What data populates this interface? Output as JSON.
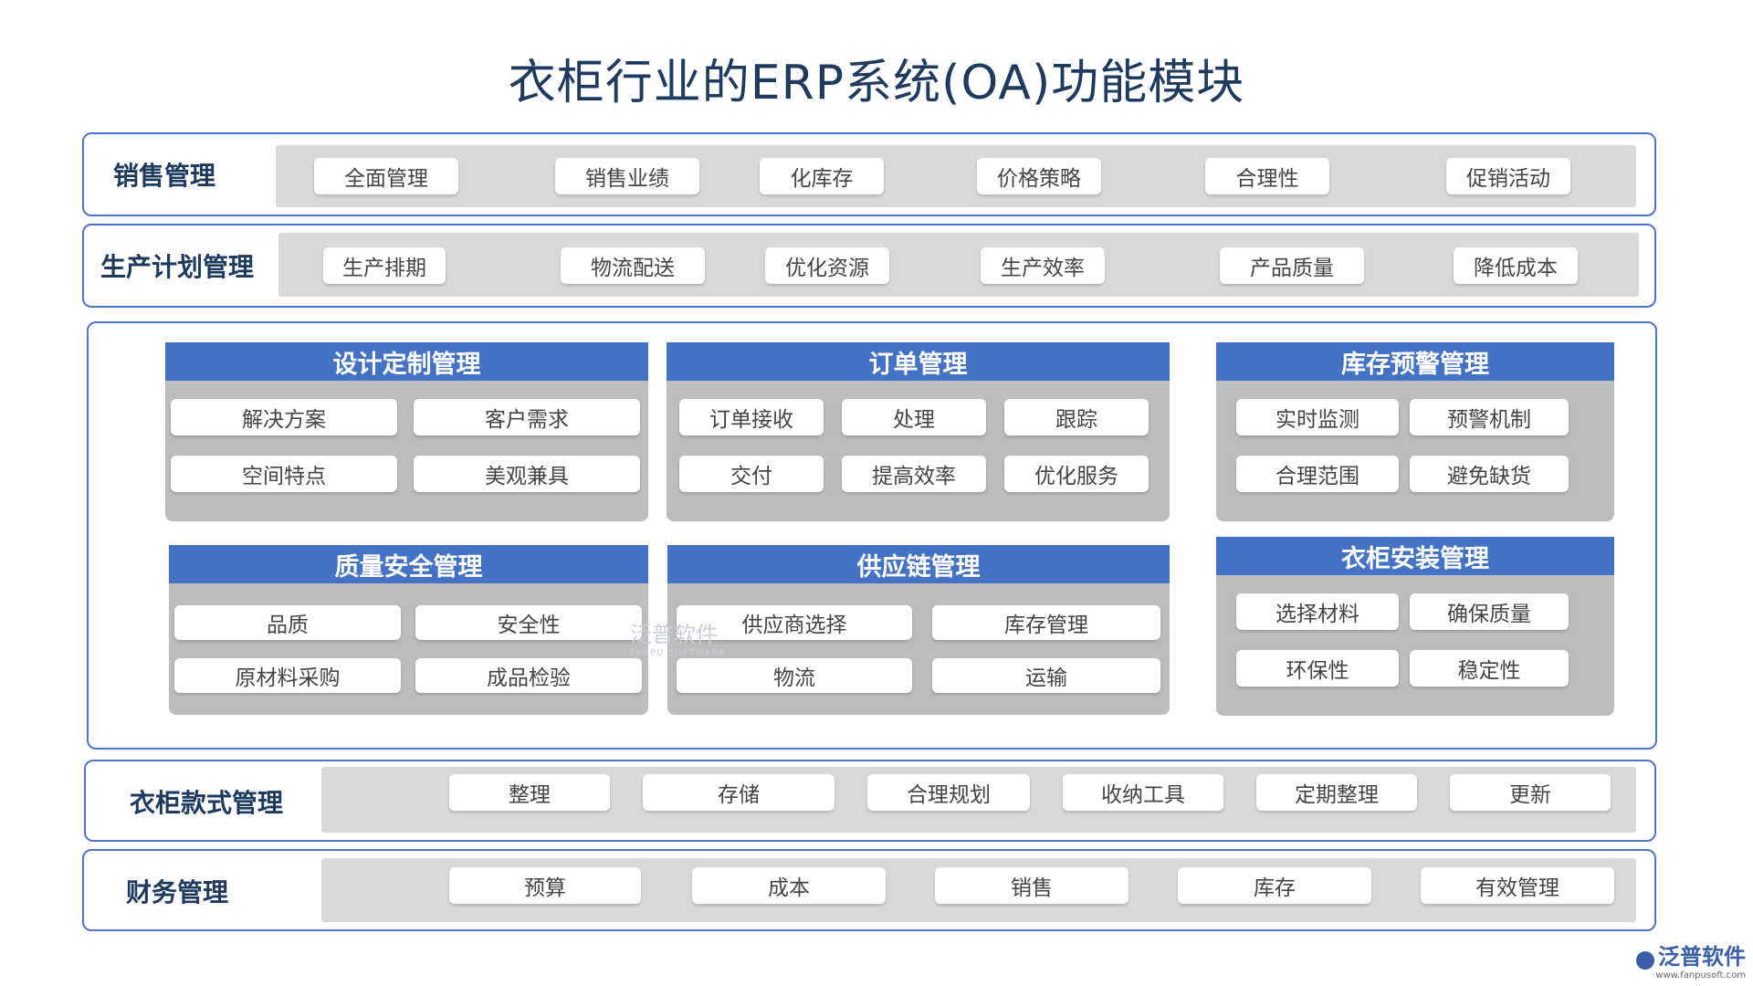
{
  "title": "衣柜行业的ERP系统(OA)功能模块",
  "sales": {
    "label": "销售管理",
    "items": [
      "全面管理",
      "销售业绩",
      "化库存",
      "价格策略",
      "合理性",
      "促销活动"
    ]
  },
  "production": {
    "label": "生产计划管理",
    "items": [
      "生产排期",
      "物流配送",
      "优化资源",
      "生产效率",
      "产品质量",
      "降低成本"
    ]
  },
  "modules": {
    "design": {
      "title": "设计定制管理",
      "items": [
        "解决方案",
        "客户需求",
        "空间特点",
        "美观兼具"
      ]
    },
    "order": {
      "title": "订单管理",
      "items": [
        "订单接收",
        "处理",
        "跟踪",
        "交付",
        "提高效率",
        "优化服务"
      ]
    },
    "inventory": {
      "title": "库存预警管理",
      "items": [
        "实时监测",
        "预警机制",
        "合理范围",
        "避免缺货"
      ]
    },
    "quality": {
      "title": "质量安全管理",
      "items": [
        "品质",
        "安全性",
        "原材料采购",
        "成品检验"
      ]
    },
    "supply": {
      "title": "供应链管理",
      "items": [
        "供应商选择",
        "库存管理",
        "物流",
        "运输"
      ]
    },
    "install": {
      "title": "衣柜安装管理",
      "items": [
        "选择材料",
        "确保质量",
        "环保性",
        "稳定性"
      ]
    }
  },
  "style_mgmt": {
    "label": "衣柜款式管理",
    "items": [
      "整理",
      "存储",
      "合理规划",
      "收纳工具",
      "定期整理",
      "更新"
    ]
  },
  "finance": {
    "label": "财务管理",
    "items": [
      "预算",
      "成本",
      "销售",
      "库存",
      "有效管理"
    ]
  },
  "watermark": {
    "main": "泛普软件",
    "sub": "FANPU SOFTWARE"
  },
  "brand": {
    "name": "泛普软件",
    "url": "www.fanpusoft.com"
  },
  "colors": {
    "accent": "#4472c4",
    "border": "#4f74c9",
    "panel": "#d9d9d9",
    "module_bg": "#bdbdbd"
  }
}
